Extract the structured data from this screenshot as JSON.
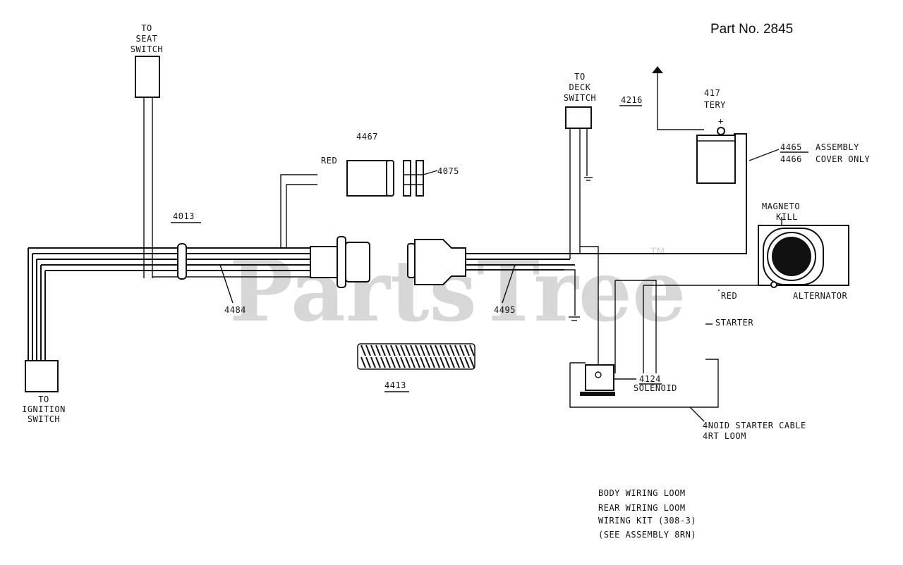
{
  "header": {
    "part_no": "Part No. 2845"
  },
  "watermark": {
    "text": "PartsTree",
    "tm": "TM"
  },
  "labels": {
    "seat_switch": [
      "TO",
      "SEAT",
      "SWITCH"
    ],
    "ignition_switch": [
      "TO",
      "IGNITION",
      "SWITCH"
    ],
    "deck_switch": [
      "TO",
      "DECK",
      "SWITCH"
    ],
    "p4013": "4013",
    "p4484": "4484",
    "p4467": "4467",
    "red1": "RED",
    "p4075": "4075",
    "p4495": "4495",
    "p4413": "4413",
    "p4216": "4216",
    "battery_num": "417",
    "battery": "TERY",
    "p4465": "4465",
    "p4465_desc": "ASSEMBLY",
    "p4466": "4466",
    "p4466_desc": "COVER ONLY",
    "magneto": "MAGNETO",
    "kill": "KILL",
    "red2": "RED",
    "alternator": "ALTERNATOR",
    "starter": "STARTER",
    "p4124": "4124",
    "solenoid": "SOLENOID",
    "cable1": "4NOID STARTER CABLE",
    "cable2": "4RT LOOM"
  },
  "legend": [
    "BODY WIRING LOOM",
    "REAR WIRING LOOM",
    "WIRING KIT (308-3)",
    "(SEE ASSEMBLY 8RN)"
  ],
  "icons": {
    "battery_plus": "+"
  }
}
